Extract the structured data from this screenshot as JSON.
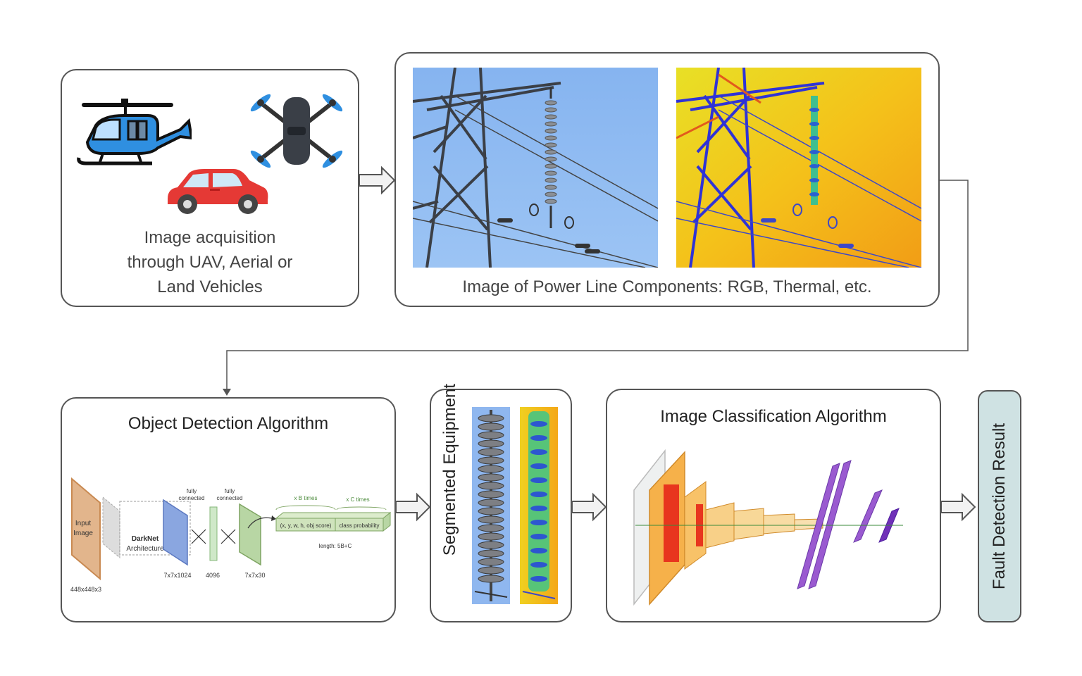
{
  "acquisition": {
    "caption_lines": [
      "Image acquisition",
      "through UAV, Aerial or",
      "Land Vehicles"
    ],
    "icons": [
      "helicopter-icon",
      "drone-icon",
      "car-icon"
    ]
  },
  "powerline": {
    "caption": "Image of Power Line Components: RGB, Thermal, etc."
  },
  "object_detection": {
    "title": "Object Detection Algorithm",
    "yolo": {
      "input_label_1": "Input",
      "input_label_2": "Image",
      "input_size": "448x448x3",
      "darknet_1": "DarkNet",
      "darknet_2": "Architecture",
      "fc1_label_1": "fully",
      "fc1_label_2": "connected",
      "fc2_label_1": "fully",
      "fc2_label_2": "connected",
      "dim1": "7x7x1024",
      "dim2": "4096",
      "dim3": "7x7x30",
      "b_times": "x B times",
      "c_times": "x C times",
      "box_fields": "(x, y, w, h, obj score)",
      "class_prob": "class probability",
      "length": "length: 5B+C"
    }
  },
  "segmented": {
    "title": "Segmented Equipment"
  },
  "classification": {
    "title": "Image Classification Algorithm"
  },
  "result": {
    "title": "Fault Detection Result",
    "fill": "#cfe2e3"
  }
}
